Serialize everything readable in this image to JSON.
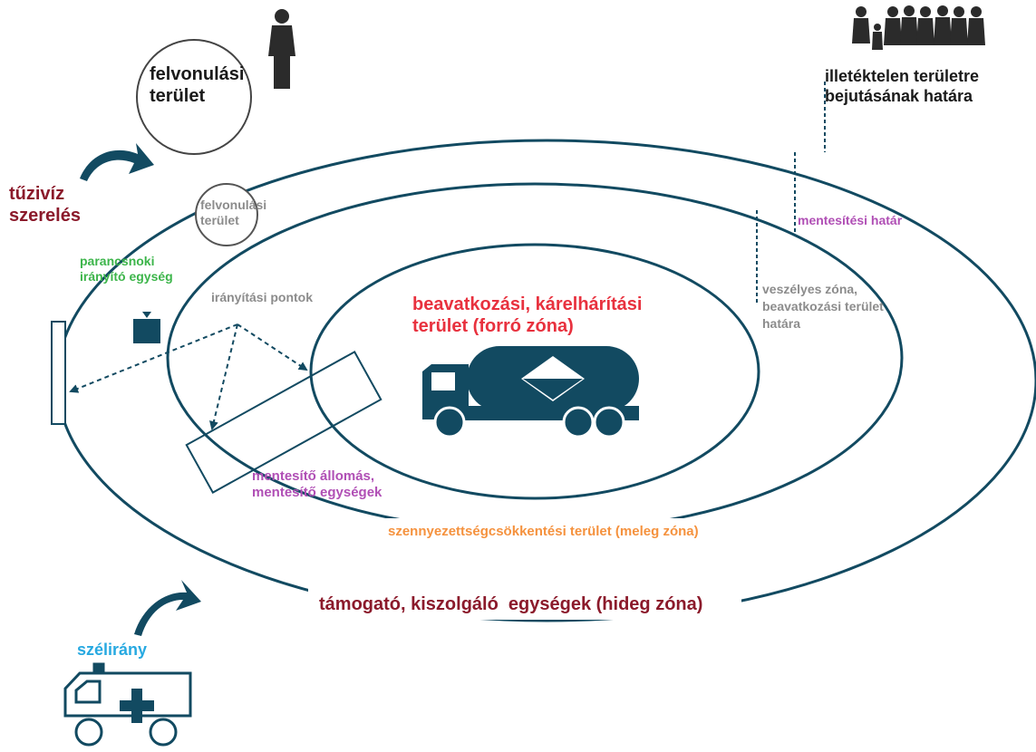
{
  "colors": {
    "navy": "#124a61",
    "black": "#1a1a1a",
    "dark_red": "#8b1a2b",
    "red": "#e8313e",
    "green": "#3cb54a",
    "gray": "#8c8c8c",
    "magenta": "#b04fb5",
    "orange": "#f5923e",
    "sky_blue": "#27a9e1"
  },
  "icons": {
    "crowd": "crowd-silhouette-icon",
    "person": "person-silhouette-icon",
    "tanker": "hazmat-tanker-truck-icon",
    "ambulance": "ambulance-icon",
    "command": "command-unit-icon",
    "arrow": "curved-arrow-icon"
  },
  "labels": {
    "staging_area_outer": {
      "line1": "felvonulási",
      "line2": "terület"
    },
    "staging_area_inner": {
      "line1": "felvonulási",
      "line2": "terület"
    },
    "unauthorized_boundary": {
      "line1": "illetéktelen területre",
      "line2": "bejutásának határa"
    },
    "fire_water": {
      "line1": "tűzivíz",
      "line2": "szerelés"
    },
    "command_unit": {
      "line1": "parancsnoki",
      "line2": "irányító egység"
    },
    "control_points": "irányítási pontok",
    "hot_zone": {
      "line1": "beavatkozási, kárelhárítási",
      "line2": "terület (forró zóna)"
    },
    "rescue_boundary": "mentesítési határ",
    "danger_zone": {
      "line1": "veszélyes zóna,",
      "line2": "beavatkozási terület",
      "line3": "határa"
    },
    "rescue_station": {
      "line1": "mentesítő állomás,",
      "line2": "mentesítő egységek"
    },
    "warm_zone": "szennyezettségcsökkentési terület (meleg zóna)",
    "cold_zone": "támogató, kiszolgáló  egységek (hideg zóna)",
    "wind_direction": "szélirány"
  }
}
